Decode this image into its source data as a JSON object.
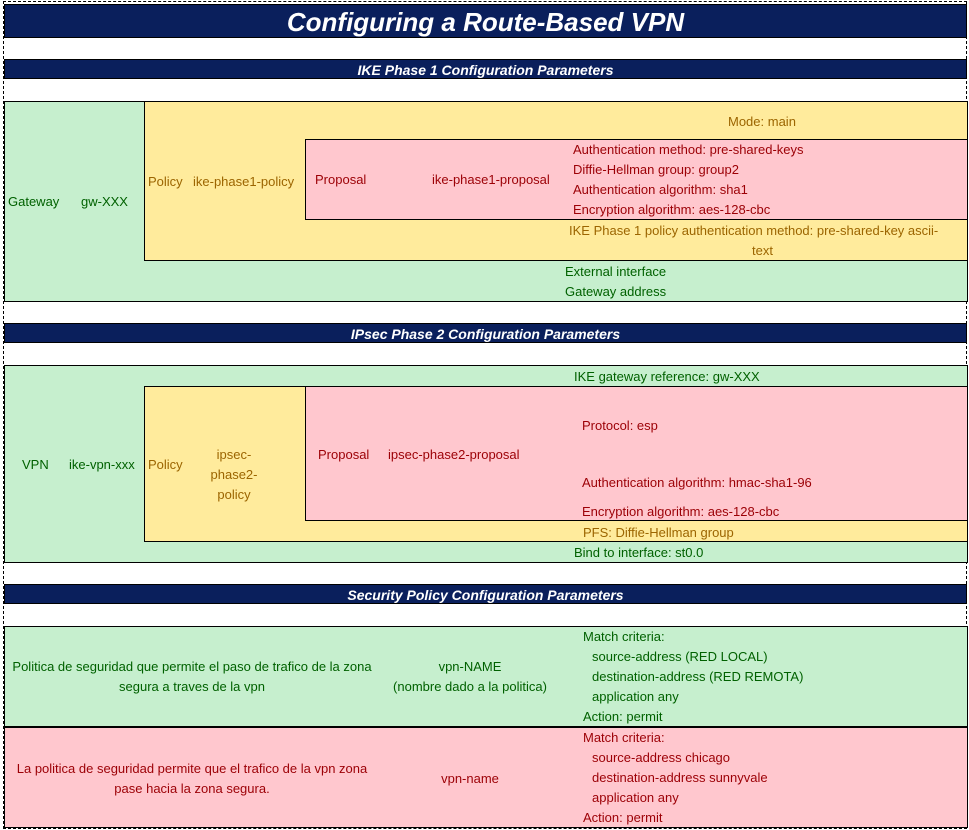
{
  "title": "Configuring a Route-Based VPN",
  "ike": {
    "header": "IKE Phase 1 Configuration Parameters",
    "gateway_label": "Gateway",
    "gateway_value": "gw-XXX",
    "policy_label": "Policy",
    "policy_value": "ike-phase1-policy",
    "mode": "Mode: main",
    "proposal_label": "Proposal",
    "proposal_value": "ike-phase1-proposal",
    "proposal_lines": [
      "Authentication method: pre-shared-keys",
      "Diffie-Hellman group: group2",
      "Authentication algorithm: sha1",
      "Encryption algorithm: aes-128-cbc"
    ],
    "policy_auth_line1": "IKE Phase 1 policy authentication method: pre-shared-key ascii-",
    "policy_auth_line2": "text",
    "external_interface": "External interface",
    "gateway_address": "Gateway address"
  },
  "ipsec": {
    "header": "IPsec Phase 2 Configuration Parameters",
    "vpn_label": "VPN",
    "vpn_value": "ike-vpn-xxx",
    "gateway_ref": "IKE gateway reference: gw-XXX",
    "policy_label": "Policy",
    "policy_value": "ipsec-phase2-policy",
    "proposal_label": "Proposal",
    "proposal_value": "ipsec-phase2-proposal",
    "protocol": "Protocol: esp",
    "auth_algorithm": "Authentication algorithm: hmac-sha1-96",
    "enc_algorithm": "Encryption algorithm: aes-128-cbc",
    "pfs": "PFS: Diffie-Hellman group",
    "bind": "Bind to interface: st0.0"
  },
  "security": {
    "header": "Security Policy Configuration Parameters",
    "policies": [
      {
        "description": "Politica de seguridad que permite el paso de trafico de la zona segura a traves de la vpn",
        "name_line1": "vpn-NAME",
        "name_line2": "(nombre dado a la politica)",
        "lines": [
          "Match criteria:",
          "source-address (RED LOCAL)",
          "destination-address (RED REMOTA)",
          "application any",
          "Action: permit"
        ]
      },
      {
        "description": "La politica de seguridad permite que el trafico de la vpn zona  pase hacia la zona segura.",
        "name_line1": "vpn-name",
        "lines": [
          "Match criteria:",
          "source-address chicago",
          "destination-address sunnyvale",
          "application any",
          "Action: permit"
        ]
      }
    ]
  }
}
